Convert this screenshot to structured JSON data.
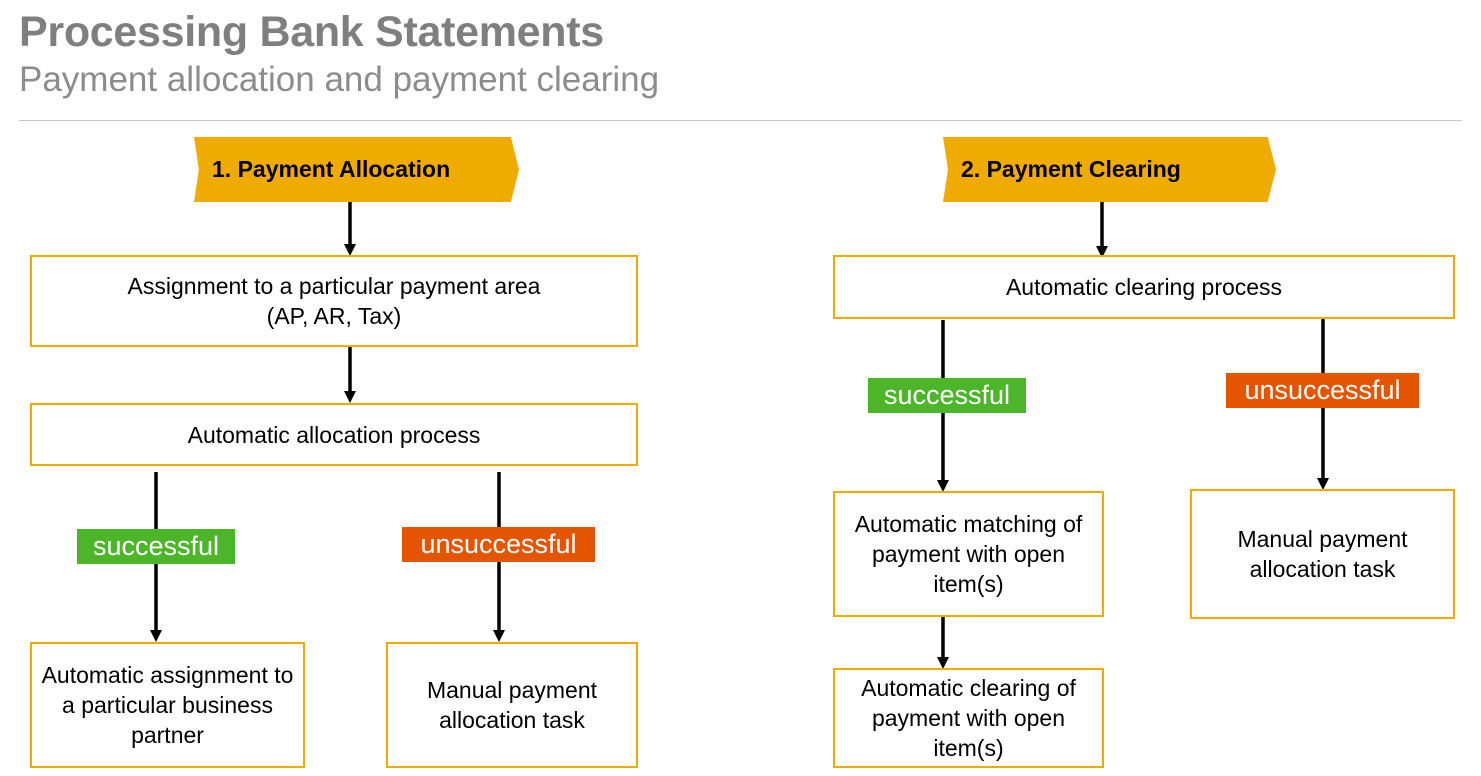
{
  "header": {
    "title": "Processing Bank Statements",
    "subtitle": "Payment allocation and payment clearing"
  },
  "colors": {
    "accent": "#f0ab00",
    "success": "#4cb52a",
    "failure": "#e35500",
    "title_gray": "#7f7f7f"
  },
  "allocation": {
    "step_label": "1. Payment Allocation",
    "assignment_box": "Assignment to a particular payment area\n(AP, AR, Tax)",
    "process_box": "Automatic allocation process",
    "successful_label": "successful",
    "unsuccessful_label": "unsuccessful",
    "success_result": "Automatic assignment to a particular business partner",
    "failure_result": "Manual payment allocation task"
  },
  "clearing": {
    "step_label": "2. Payment Clearing",
    "process_box": "Automatic clearing process",
    "successful_label": "successful",
    "unsuccessful_label": "unsuccessful",
    "matching_box": "Automatic matching of payment with open item(s)",
    "clearing_box": "Automatic clearing of payment with open item(s)",
    "failure_result": "Manual payment allocation task"
  }
}
